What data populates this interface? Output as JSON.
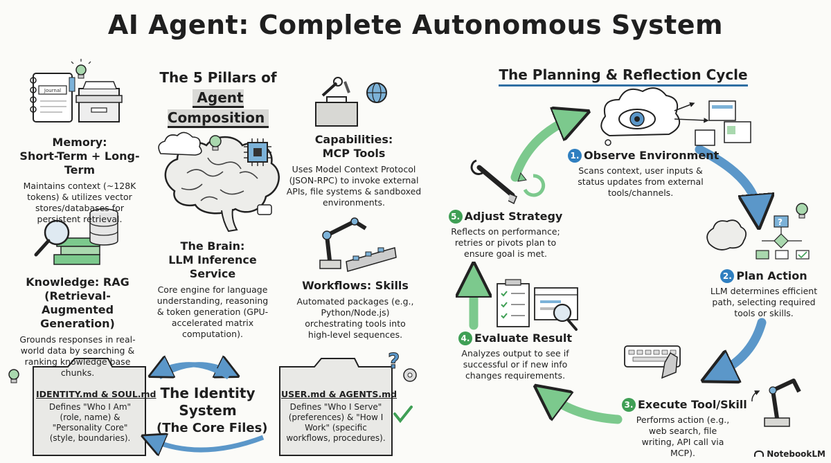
{
  "title": "AI Agent: Complete Autonomous System",
  "pillars": {
    "heading_line1": "The 5 Pillars of",
    "heading_line2": "Agent Composition",
    "memory": {
      "title_line1": "Memory:",
      "title_line2": "Short-Term + Long-Term",
      "description": "Maintains context (~128K tokens) & utilizes vector stores/databases for persistent retrieval.",
      "notebook_label": "Journal"
    },
    "knowledge": {
      "title": "Knowledge: RAG (Retrieval-Augmented Generation)",
      "description": "Grounds responses in real-world data by searching & ranking knowledge base chunks."
    },
    "brain": {
      "title_line1": "The Brain:",
      "title_line2": "LLM Inference Service",
      "description": "Core engine for language understanding, reasoning & token generation (GPU-accelerated matrix computation)."
    },
    "capabilities": {
      "title_line1": "Capabilities:",
      "title_line2": "MCP Tools",
      "description": "Uses Model Context Protocol (JSON-RPC) to invoke external APIs, file systems & sandboxed environments."
    },
    "workflows": {
      "title": "Workflows: Skills",
      "description": "Automated packages (e.g., Python/Node.js) orchestrating tools into high-level sequences."
    }
  },
  "identity": {
    "title_line1": "The Identity",
    "title_line2": "System",
    "title_line3": "(The Core Files)",
    "file1": {
      "label": "IDENTITY.md & SOUL.md",
      "description": "Defines \"Who I Am\" (role, name) & \"Personality Core\" (style, boundaries)."
    },
    "file2": {
      "label": "USER.md & AGENTS.md",
      "description": "Defines \"Who I Serve\" (preferences) & \"How I Work\" (specific workflows, procedures)."
    }
  },
  "cycle": {
    "heading": "The Planning & Reflection Cycle",
    "steps": [
      {
        "num": "1.",
        "title": "Observe Environment",
        "description": "Scans context, user inputs & status updates from external tools/channels."
      },
      {
        "num": "2.",
        "title": "Plan Action",
        "description": "LLM determines efficient path, selecting required tools or skills."
      },
      {
        "num": "3.",
        "title": "Execute Tool/Skill",
        "description": "Performs action (e.g., web search, file writing, API call via MCP)."
      },
      {
        "num": "4.",
        "title": "Evaluate Result",
        "description": "Analyzes output to see if successful or if new info changes requirements."
      },
      {
        "num": "5.",
        "title": "Adjust Strategy",
        "description": "Reflects on performance; retries or pivots plan to ensure goal is met."
      }
    ]
  },
  "branding": "NotebookLM",
  "colors": {
    "blue_arrow": "#5b97c9",
    "green_arrow": "#7cc98d",
    "ink": "#1f1f1f"
  }
}
